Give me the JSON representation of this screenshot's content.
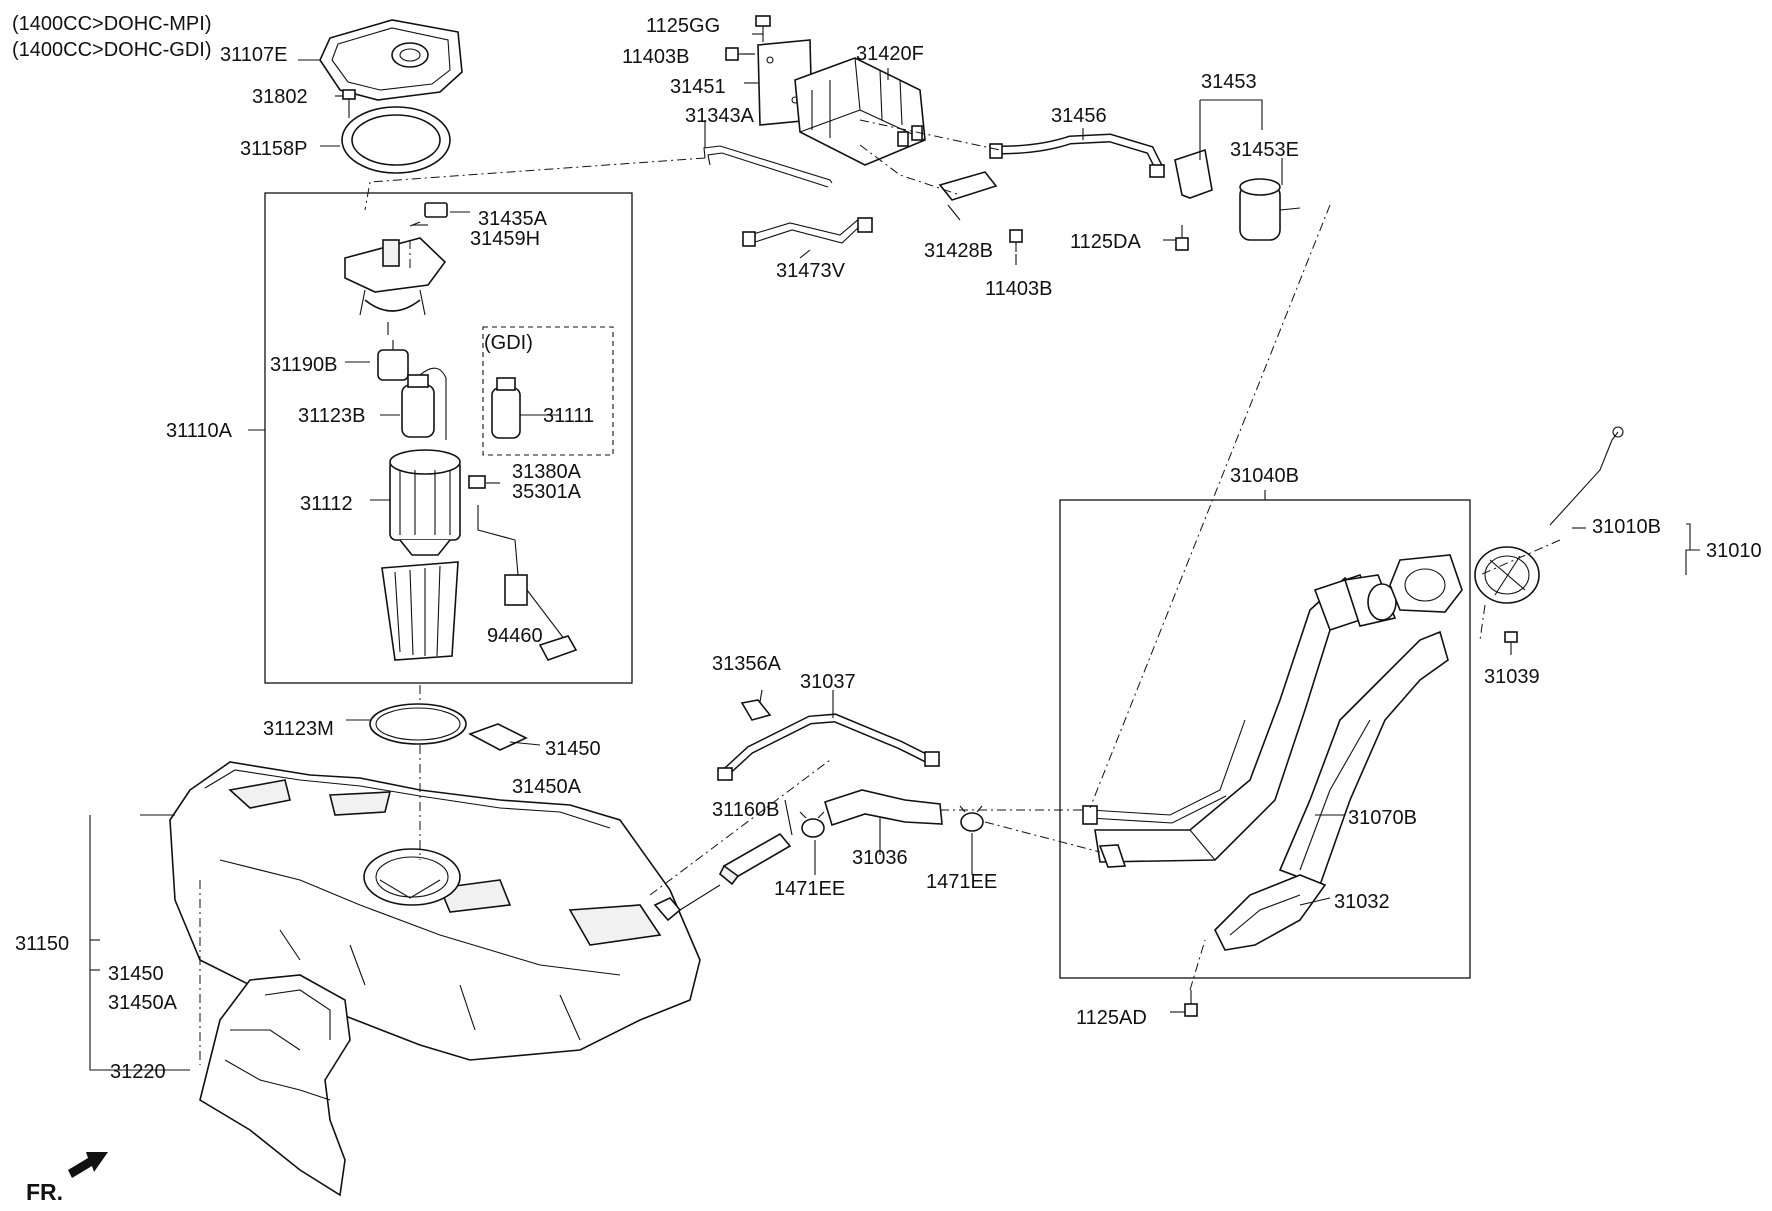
{
  "notes": {
    "mpi": "(1400CC>DOHC-MPI)",
    "gdi_engine": "(1400CC>DOHC-GDI)",
    "gdi_box": "(GDI)"
  },
  "direction": {
    "label": "FR."
  },
  "labels": {
    "p31107E": "31107E",
    "p31802": "31802",
    "p31158P": "31158P",
    "p31435A": "31435A",
    "p31459H": "31459H",
    "p31190B": "31190B",
    "p31123B": "31123B",
    "p31111": "31111",
    "p31110A": "31110A",
    "p31380A": "31380A",
    "p35301A": "35301A",
    "p31112": "31112",
    "p94460": "94460",
    "p31123M": "31123M",
    "p31450": "31450",
    "p31450A": "31450A",
    "p31150": "31150",
    "p31450b": "31450",
    "p31450Ab": "31450A",
    "p31220": "31220",
    "p1125GG": "1125GG",
    "p11403B": "11403B",
    "p31451": "31451",
    "p31420F": "31420F",
    "p31343A": "31343A",
    "p31473V": "31473V",
    "p31428B": "31428B",
    "p11403Bb": "11403B",
    "p31456": "31456",
    "p31453": "31453",
    "p31453E": "31453E",
    "p1125DA": "1125DA",
    "p31356A": "31356A",
    "p31037": "31037",
    "p31160B": "31160B",
    "p31036": "31036",
    "p1471EE": "1471EE",
    "p1471EEb": "1471EE",
    "p31040B": "31040B",
    "p31010B": "31010B",
    "p31010": "31010",
    "p31039": "31039",
    "p31070B": "31070B",
    "p31032": "31032",
    "p1125AD": "1125AD"
  }
}
